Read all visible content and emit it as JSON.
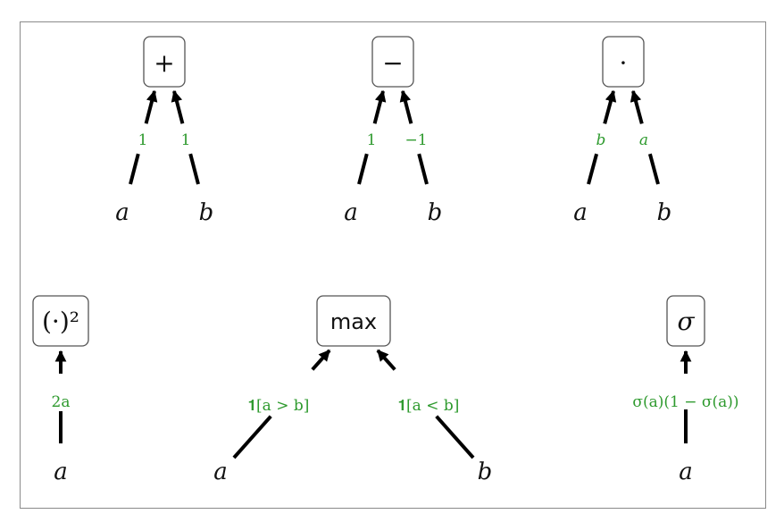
{
  "operators": {
    "add": {
      "symbol": "+",
      "inputs": [
        "a",
        "b"
      ],
      "grads": [
        "1",
        "1"
      ]
    },
    "subtract": {
      "symbol": "−",
      "inputs": [
        "a",
        "b"
      ],
      "grads": [
        "1",
        "−1"
      ]
    },
    "multiply": {
      "symbol": "·",
      "inputs": [
        "a",
        "b"
      ],
      "grads": [
        "b",
        "a"
      ]
    },
    "square": {
      "symbol": "(·)²",
      "inputs": [
        "a"
      ],
      "grads": [
        "2a"
      ]
    },
    "max": {
      "symbol": "max",
      "inputs": [
        "a",
        "b"
      ],
      "grads": [
        "𝟏[a > b]",
        "𝟏[a < b]"
      ]
    },
    "sigmoid": {
      "symbol": "σ",
      "inputs": [
        "a"
      ],
      "grads": [
        "σ(a)(1 − σ(a))"
      ]
    }
  },
  "colors": {
    "gradient_label": "#2e9a2e",
    "edge": "#000000",
    "box_border": "#555555",
    "frame_border": "#8a8a8a"
  }
}
